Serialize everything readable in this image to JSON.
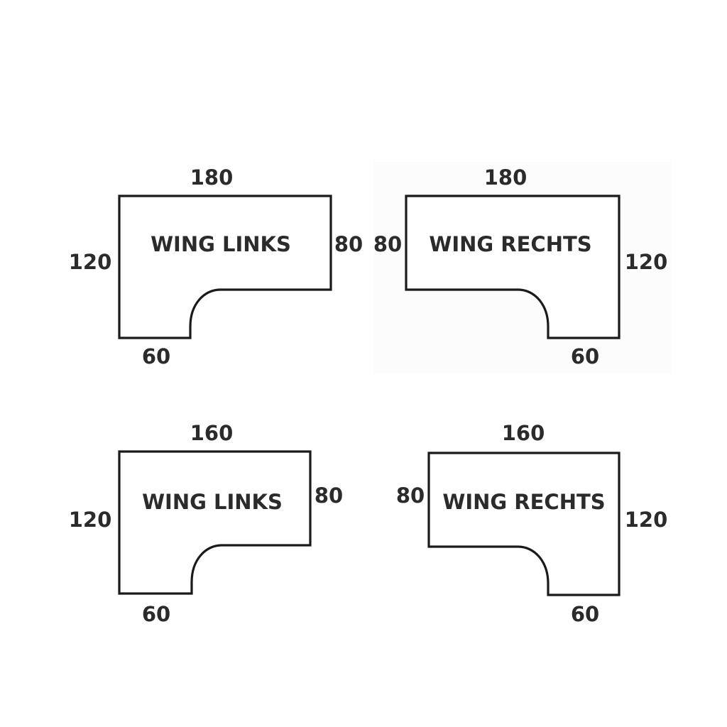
{
  "shapes": [
    {
      "label": "WING LINKS",
      "top": "180",
      "left": "120",
      "right": "80",
      "bottom": "60"
    },
    {
      "label": "WING RECHTS",
      "top": "180",
      "left": "80",
      "right": "120",
      "bottom": "60"
    },
    {
      "label": "WING LINKS",
      "top": "160",
      "left": "120",
      "right": "80",
      "bottom": "60"
    },
    {
      "label": "WING RECHTS",
      "top": "160",
      "left": "80",
      "right": "120",
      "bottom": "60"
    }
  ]
}
